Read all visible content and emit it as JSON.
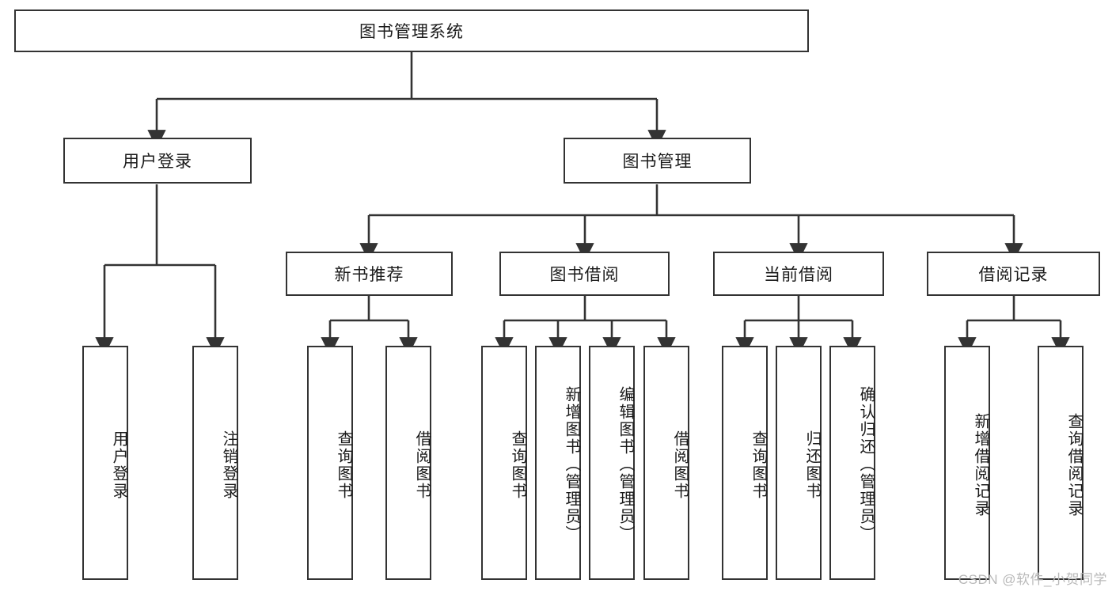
{
  "diagram": {
    "type": "tree-hierarchy-chart",
    "title": "图书管理系统",
    "watermark": "CSDN @软件_小贺同学",
    "colors": {
      "node_border": "#333333",
      "node_fill": "#ffffff",
      "edge": "#333333",
      "text": "#1a1a1a",
      "watermark": "#b9b9b9",
      "background": "#ffffff"
    },
    "nodes": {
      "root": {
        "label": "图书管理系统",
        "orientation": "horizontal"
      },
      "level2": [
        {
          "label": "用户登录",
          "orientation": "horizontal"
        },
        {
          "label": "图书管理",
          "orientation": "horizontal"
        }
      ],
      "level3": [
        {
          "label": "新书推荐",
          "orientation": "horizontal"
        },
        {
          "label": "图书借阅",
          "orientation": "horizontal"
        },
        {
          "label": "当前借阅",
          "orientation": "horizontal"
        },
        {
          "label": "借阅记录",
          "orientation": "horizontal"
        }
      ],
      "leaves": {
        "user_login": [
          {
            "label": "用户登录",
            "orientation": "vertical"
          },
          {
            "label": "注销登录",
            "orientation": "vertical"
          }
        ],
        "new_book_recommend": [
          {
            "label": "查询图书",
            "orientation": "vertical"
          },
          {
            "label": "借阅图书",
            "orientation": "vertical"
          }
        ],
        "book_borrow": [
          {
            "label": "查询图书",
            "orientation": "vertical"
          },
          {
            "label": "新增图书（管理员）",
            "orientation": "vertical"
          },
          {
            "label": "编辑图书（管理员）",
            "orientation": "vertical"
          },
          {
            "label": "借阅图书",
            "orientation": "vertical"
          }
        ],
        "current_borrow": [
          {
            "label": "查询图书",
            "orientation": "vertical"
          },
          {
            "label": "归还图书",
            "orientation": "vertical"
          },
          {
            "label": "确认归还（管理员）",
            "orientation": "vertical"
          }
        ],
        "borrow_record": [
          {
            "label": "新增借阅记录",
            "orientation": "vertical"
          },
          {
            "label": "查询借阅记录",
            "orientation": "vertical"
          }
        ]
      }
    }
  }
}
